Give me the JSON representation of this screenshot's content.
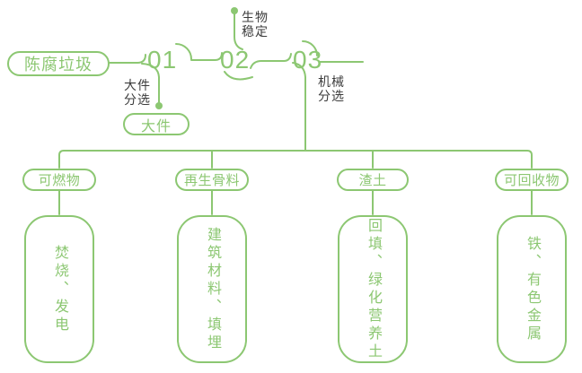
{
  "colors": {
    "green": "#8CC772",
    "label_dark": "#3C3C3C"
  },
  "source": {
    "label": "陈腐垃圾"
  },
  "steps": [
    {
      "number": "01",
      "side_label": "大件\n分选",
      "output": "大件"
    },
    {
      "number": "02",
      "side_label": "生物\n稳定"
    },
    {
      "number": "03",
      "side_label": "机械\n分选"
    }
  ],
  "branches": [
    {
      "category": "可燃物",
      "disposal": "焚烧、发电"
    },
    {
      "category": "再生骨料",
      "disposal": "建筑材料、填埋"
    },
    {
      "category": "渣土",
      "disposal": "回填、绿化营养土"
    },
    {
      "category": "可回收物",
      "disposal": "铁、有色金属"
    }
  ]
}
